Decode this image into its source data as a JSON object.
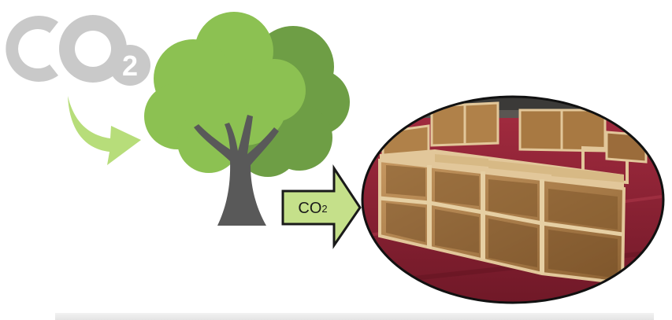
{
  "co2_logo": {
    "text": "CO",
    "subscript": "2",
    "color": "#c9c9c9"
  },
  "curved_arrow": {
    "color": "#b7dd7a"
  },
  "tree": {
    "foliage_light": "#8cc152",
    "foliage_dark": "#6e9e45",
    "trunk_color": "#595959"
  },
  "block_arrow": {
    "label_text": "CO",
    "label_subscript": "2",
    "fill": "#c5e08a",
    "stroke": "#1a1a1a"
  },
  "photo": {
    "subject": "wooden-cabinet-carcasses",
    "floor_color": "#8a2133",
    "wood_color": "#b08149",
    "border_color": "#111111"
  }
}
